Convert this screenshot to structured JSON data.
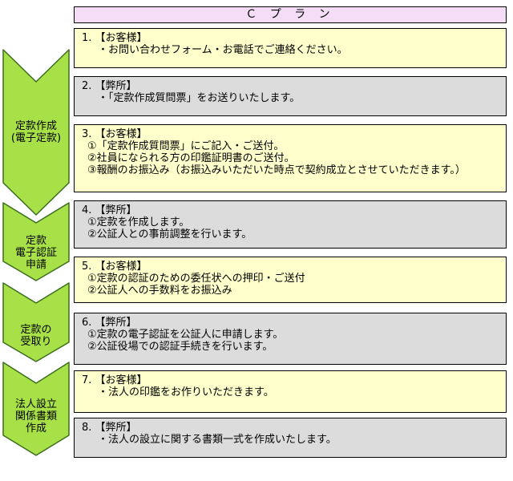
{
  "plan_title": "Ｃ プ ラ ン",
  "colors": {
    "arrow_fill": "#a8e048",
    "arrow_stroke": "#3c6e1e",
    "header_bg": "#f5dcf7",
    "customer_bg": "#ffffcc",
    "office_bg": "#dcdcdc"
  },
  "phases": [
    {
      "label": "定款作成\n(電子定款)"
    },
    {
      "label": "定款\n電子認証\n申請"
    },
    {
      "label": "定款の\n受取り"
    },
    {
      "label": "法人設立\n関係書類\n作成"
    }
  ],
  "steps": [
    {
      "title": "1. 【お客様】",
      "party": "customer",
      "lines": [
        "・お問い合わせフォーム・お電話でご連絡ください。"
      ]
    },
    {
      "title": "2. 【弊所】",
      "party": "office",
      "lines": [
        "・「定款作成質問票」をお送りいたします。"
      ]
    },
    {
      "title": "3. 【お客様】",
      "party": "customer",
      "lines": [
        "①「定款作成質問票」にご記入・ご送付。",
        "②社員になられる方の印鑑証明書のご送付。",
        "③報酬のお振込み（お振込みいただいた時点で契約成立とさせていただきます。）"
      ]
    },
    {
      "title": "4. 【弊所】",
      "party": "office",
      "lines": [
        "①定款を作成します。",
        "②公証人との事前調整を行います。"
      ]
    },
    {
      "title": "5. 【お客様】",
      "party": "customer",
      "lines": [
        "①定款の認証のための委任状への押印・ご送付",
        "②公証人への手数料をお振込み"
      ]
    },
    {
      "title": "6. 【弊所】",
      "party": "office",
      "lines": [
        "①定款の電子認証を公証人に申請します。",
        "②公証役場での認証手続きを行います。"
      ]
    },
    {
      "title": "7. 【お客様】",
      "party": "customer",
      "lines": [
        "・法人の印鑑をお作りいただきます。"
      ]
    },
    {
      "title": "8. 【弊所】",
      "party": "office",
      "lines": [
        "・法人の設立に関する書類一式を作成いたします。"
      ]
    }
  ]
}
